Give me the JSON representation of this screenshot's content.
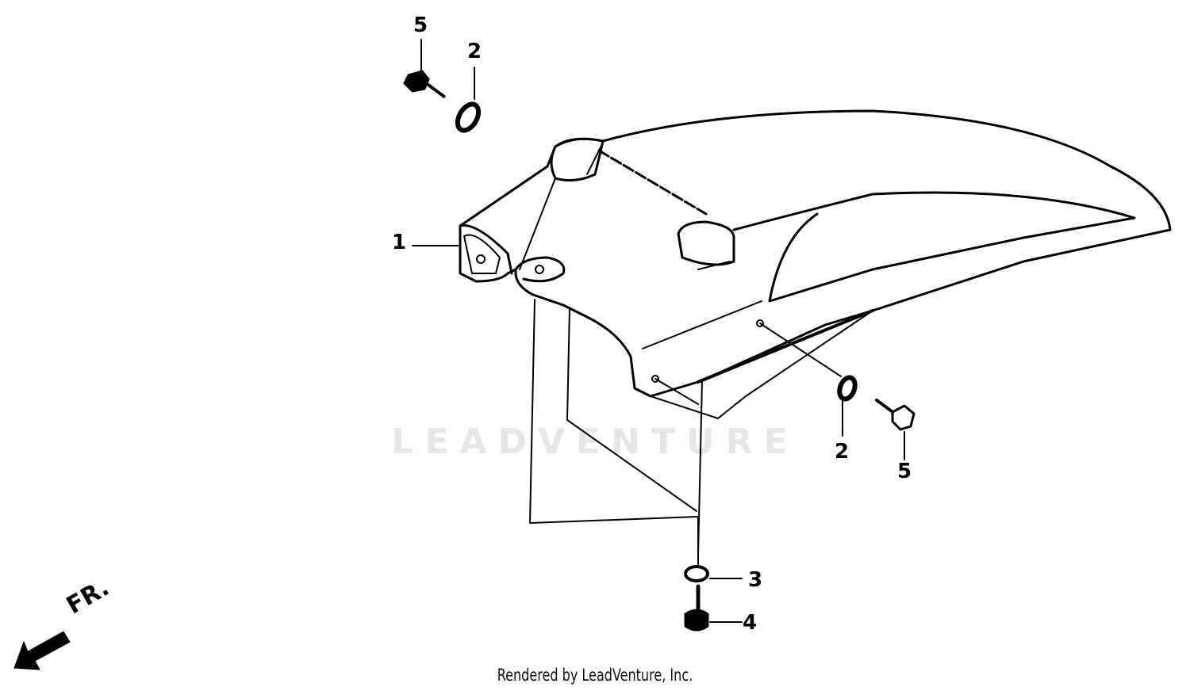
{
  "watermark": "LEADVENTURE",
  "footer": "Rendered by LeadVenture, Inc.",
  "direction_indicator": {
    "label": "FR.",
    "icon": "front-arrow-icon"
  },
  "callouts": [
    {
      "number": "5",
      "part": "bolt"
    },
    {
      "number": "2",
      "part": "washer"
    },
    {
      "number": "1",
      "part": "fender"
    },
    {
      "number": "2",
      "part": "washer"
    },
    {
      "number": "5",
      "part": "bolt"
    },
    {
      "number": "3",
      "part": "washer"
    },
    {
      "number": "4",
      "part": "bolt"
    }
  ]
}
